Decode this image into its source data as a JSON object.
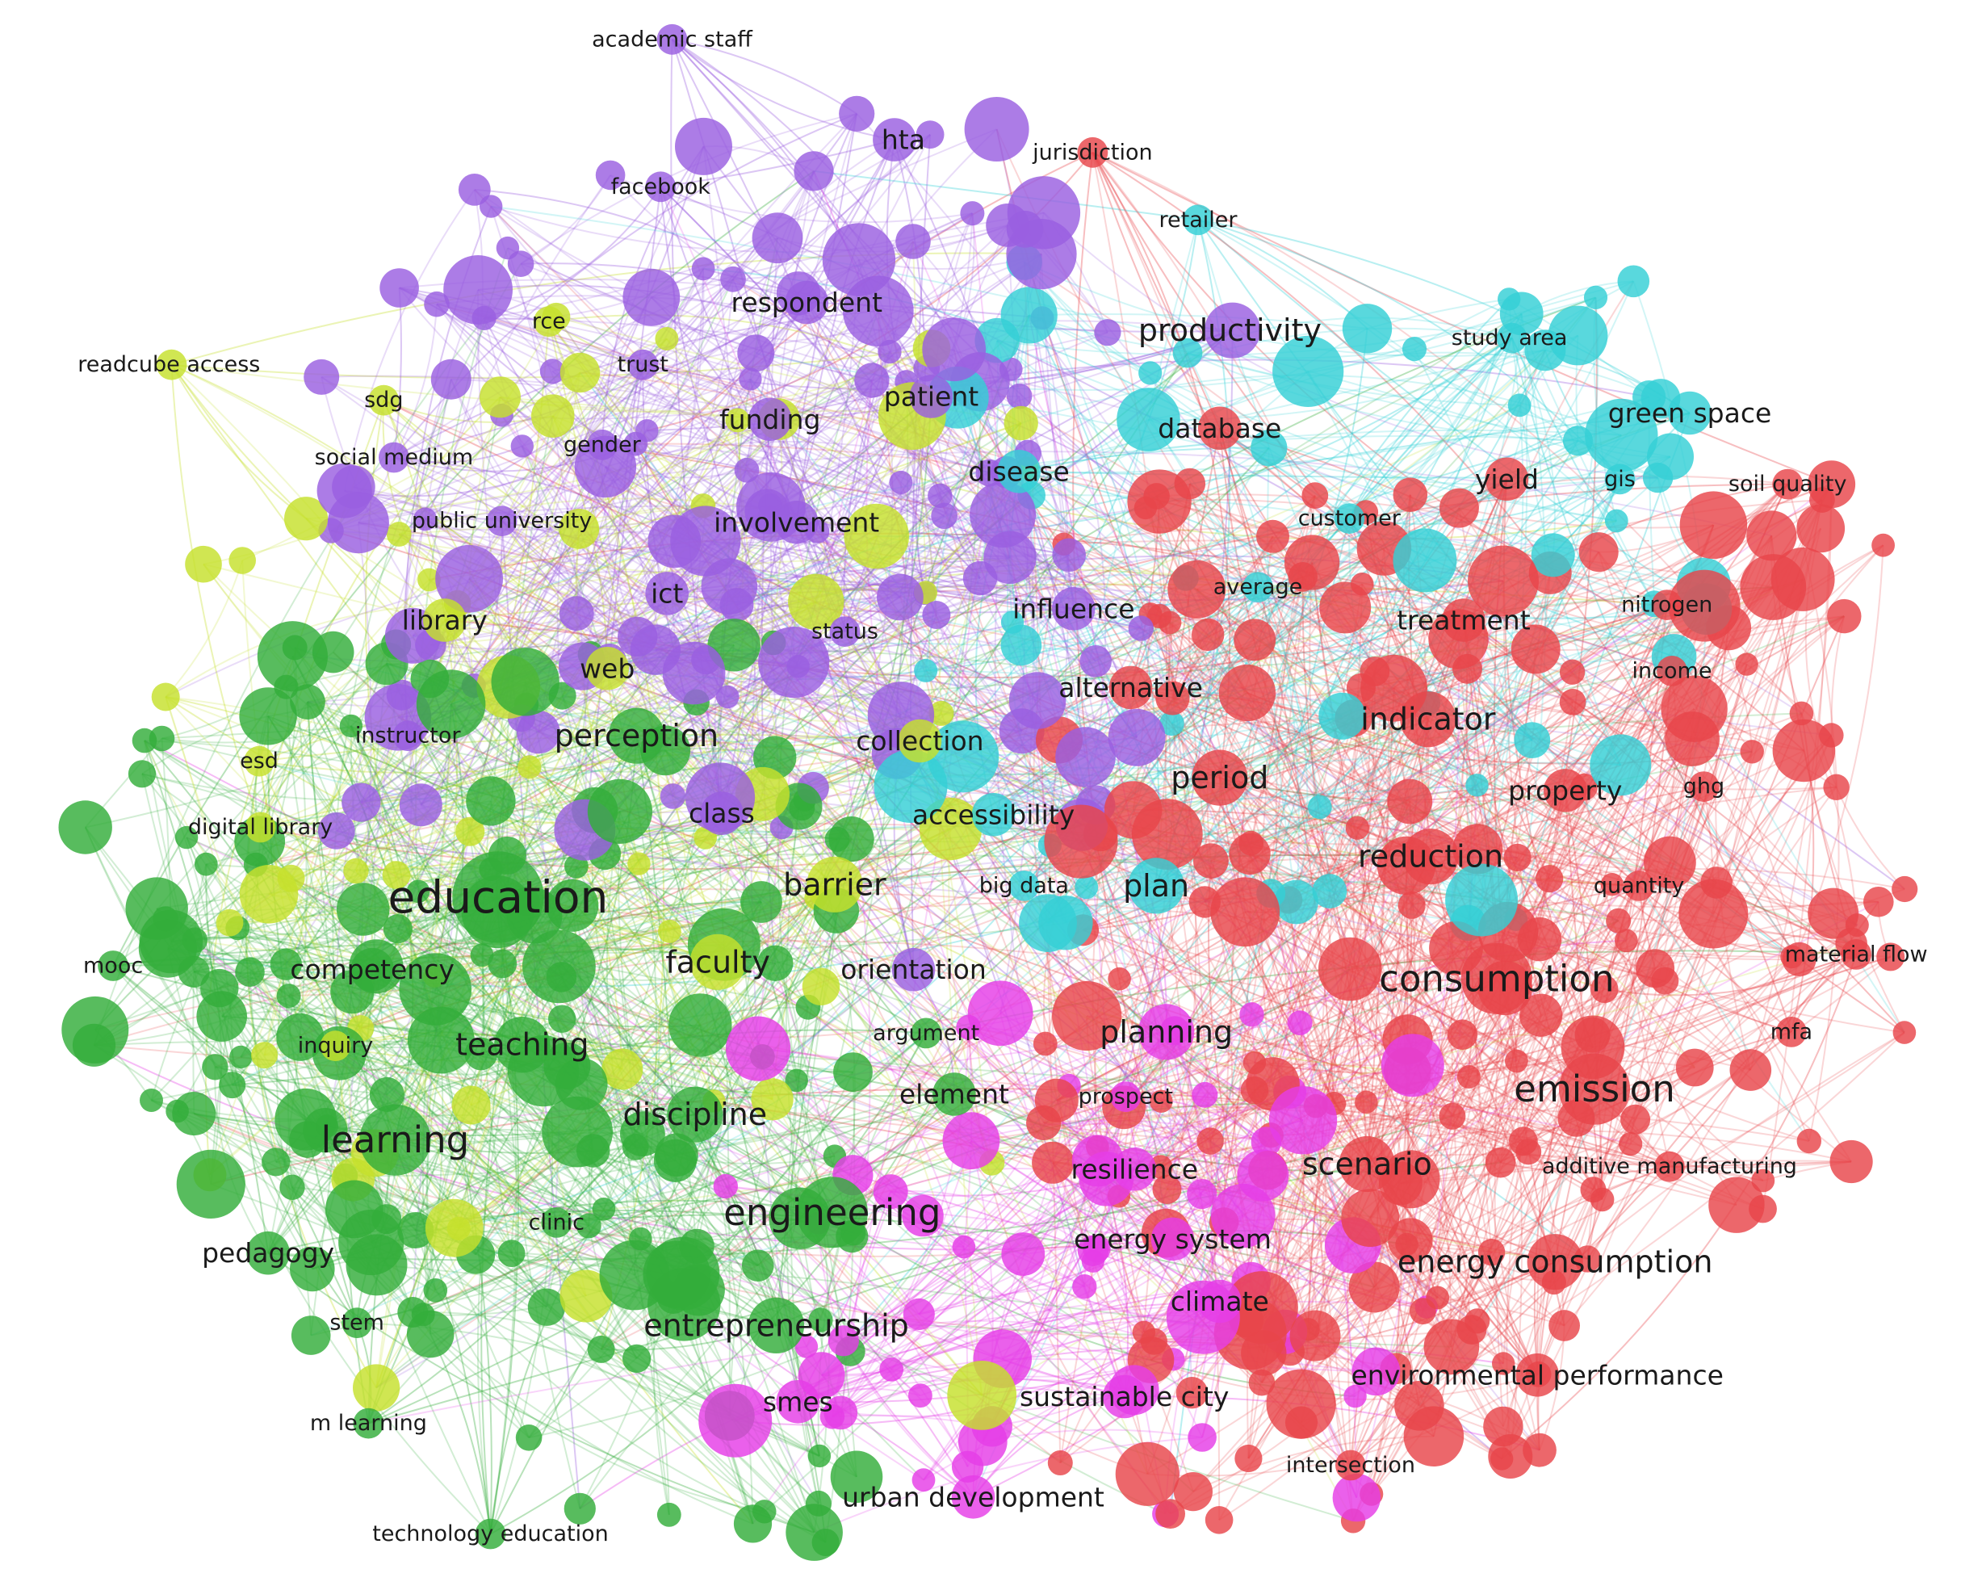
{
  "clusters": {
    "red": "#e8464b",
    "green": "#33ad3a",
    "purple": "#9a5fe0",
    "lime": "#c6e02c",
    "cyan": "#34d0d6",
    "magenta": "#e53de6"
  },
  "keywords": [
    {
      "id": "academic-staff",
      "text": "academic staff",
      "cluster": "purple",
      "weight": 1
    },
    {
      "id": "hta",
      "text": "hta",
      "cluster": "purple",
      "weight": 2
    },
    {
      "id": "jurisdiction",
      "text": "jurisdiction",
      "cluster": "red",
      "weight": 1
    },
    {
      "id": "facebook",
      "text": "facebook",
      "cluster": "purple",
      "weight": 1
    },
    {
      "id": "retailer",
      "text": "retailer",
      "cluster": "cyan",
      "weight": 1
    },
    {
      "id": "respondent",
      "text": "respondent",
      "cluster": "purple",
      "weight": 2
    },
    {
      "id": "rce",
      "text": "rce",
      "cluster": "lime",
      "weight": 1
    },
    {
      "id": "productivity",
      "text": "productivity",
      "cluster": "purple",
      "weight": 3
    },
    {
      "id": "study-area",
      "text": "study area",
      "cluster": "cyan",
      "weight": 1
    },
    {
      "id": "readcube-access",
      "text": "readcube access",
      "cluster": "lime",
      "weight": 1
    },
    {
      "id": "trust",
      "text": "trust",
      "cluster": "purple",
      "weight": 1
    },
    {
      "id": "sdg",
      "text": "sdg",
      "cluster": "lime",
      "weight": 1
    },
    {
      "id": "patient",
      "text": "patient",
      "cluster": "purple",
      "weight": 2
    },
    {
      "id": "funding",
      "text": "funding",
      "cluster": "purple",
      "weight": 2
    },
    {
      "id": "green-space",
      "text": "green space",
      "cluster": "cyan",
      "weight": 2
    },
    {
      "id": "database",
      "text": "database",
      "cluster": "red",
      "weight": 2
    },
    {
      "id": "social-medium",
      "text": "social medium",
      "cluster": "purple",
      "weight": 1
    },
    {
      "id": "gender",
      "text": "gender",
      "cluster": "purple",
      "weight": 1
    },
    {
      "id": "disease",
      "text": "disease",
      "cluster": "cyan",
      "weight": 2
    },
    {
      "id": "yield",
      "text": "yield",
      "cluster": "red",
      "weight": 2
    },
    {
      "id": "gis",
      "text": "gis",
      "cluster": "cyan",
      "weight": 1
    },
    {
      "id": "soil-quality",
      "text": "soil quality",
      "cluster": "red",
      "weight": 1
    },
    {
      "id": "public-university",
      "text": "public university",
      "cluster": "purple",
      "weight": 1
    },
    {
      "id": "involvement",
      "text": "involvement",
      "cluster": "purple",
      "weight": 2
    },
    {
      "id": "customer",
      "text": "customer",
      "cluster": "cyan",
      "weight": 1
    },
    {
      "id": "ict",
      "text": "ict",
      "cluster": "purple",
      "weight": 2
    },
    {
      "id": "average",
      "text": "average",
      "cluster": "cyan",
      "weight": 1
    },
    {
      "id": "library",
      "text": "library",
      "cluster": "lime",
      "weight": 2
    },
    {
      "id": "influence",
      "text": "influence",
      "cluster": "purple",
      "weight": 2
    },
    {
      "id": "treatment",
      "text": "treatment",
      "cluster": "red",
      "weight": 2
    },
    {
      "id": "nitrogen",
      "text": "nitrogen",
      "cluster": "red",
      "weight": 1
    },
    {
      "id": "status",
      "text": "status",
      "cluster": "purple",
      "weight": 1
    },
    {
      "id": "web",
      "text": "web",
      "cluster": "lime",
      "weight": 2
    },
    {
      "id": "income",
      "text": "income",
      "cluster": "red",
      "weight": 1
    },
    {
      "id": "alternative",
      "text": "alternative",
      "cluster": "red",
      "weight": 2
    },
    {
      "id": "indicator",
      "text": "indicator",
      "cluster": "red",
      "weight": 3
    },
    {
      "id": "instructor",
      "text": "instructor",
      "cluster": "purple",
      "weight": 1
    },
    {
      "id": "perception",
      "text": "perception",
      "cluster": "green",
      "weight": 3
    },
    {
      "id": "collection",
      "text": "collection",
      "cluster": "lime",
      "weight": 2
    },
    {
      "id": "esd",
      "text": "esd",
      "cluster": "lime",
      "weight": 1
    },
    {
      "id": "period",
      "text": "period",
      "cluster": "red",
      "weight": 3
    },
    {
      "id": "property",
      "text": "property",
      "cluster": "red",
      "weight": 2
    },
    {
      "id": "ghg",
      "text": "ghg",
      "cluster": "red",
      "weight": 1
    },
    {
      "id": "digital-library",
      "text": "digital library",
      "cluster": "lime",
      "weight": 1
    },
    {
      "id": "class",
      "text": "class",
      "cluster": "purple",
      "weight": 2
    },
    {
      "id": "accessibility",
      "text": "accessibility",
      "cluster": "cyan",
      "weight": 2
    },
    {
      "id": "reduction",
      "text": "reduction",
      "cluster": "red",
      "weight": 3
    },
    {
      "id": "education",
      "text": "education",
      "cluster": "green",
      "weight": 5
    },
    {
      "id": "barrier",
      "text": "barrier",
      "cluster": "lime",
      "weight": 3
    },
    {
      "id": "big-data",
      "text": "big data",
      "cluster": "cyan",
      "weight": 1
    },
    {
      "id": "plan",
      "text": "plan",
      "cluster": "cyan",
      "weight": 3
    },
    {
      "id": "quantity",
      "text": "quantity",
      "cluster": "red",
      "weight": 1
    },
    {
      "id": "mooc",
      "text": "mooc",
      "cluster": "green",
      "weight": 1
    },
    {
      "id": "competency",
      "text": "competency",
      "cluster": "green",
      "weight": 2
    },
    {
      "id": "faculty",
      "text": "faculty",
      "cluster": "lime",
      "weight": 3
    },
    {
      "id": "orientation",
      "text": "orientation",
      "cluster": "purple",
      "weight": 2
    },
    {
      "id": "consumption",
      "text": "consumption",
      "cluster": "red",
      "weight": 4
    },
    {
      "id": "material-flow",
      "text": "material flow",
      "cluster": "red",
      "weight": 1
    },
    {
      "id": "argument",
      "text": "argument",
      "cluster": "green",
      "weight": 1
    },
    {
      "id": "inquiry",
      "text": "inquiry",
      "cluster": "lime",
      "weight": 1
    },
    {
      "id": "teaching",
      "text": "teaching",
      "cluster": "green",
      "weight": 3
    },
    {
      "id": "planning",
      "text": "planning",
      "cluster": "magenta",
      "weight": 3
    },
    {
      "id": "mfa",
      "text": "mfa",
      "cluster": "red",
      "weight": 1
    },
    {
      "id": "element",
      "text": "element",
      "cluster": "green",
      "weight": 2
    },
    {
      "id": "prospect",
      "text": "prospect",
      "cluster": "magenta",
      "weight": 1
    },
    {
      "id": "emission",
      "text": "emission",
      "cluster": "red",
      "weight": 4
    },
    {
      "id": "discipline",
      "text": "discipline",
      "cluster": "green",
      "weight": 3
    },
    {
      "id": "learning",
      "text": "learning",
      "cluster": "green",
      "weight": 4
    },
    {
      "id": "resilience",
      "text": "resilience",
      "cluster": "magenta",
      "weight": 2
    },
    {
      "id": "scenario",
      "text": "scenario",
      "cluster": "red",
      "weight": 3
    },
    {
      "id": "additive-manufacturing",
      "text": "additive manufacturing",
      "cluster": "red",
      "weight": 1
    },
    {
      "id": "engineering",
      "text": "engineering",
      "cluster": "green",
      "weight": 4
    },
    {
      "id": "clinic",
      "text": "clinic",
      "cluster": "green",
      "weight": 1
    },
    {
      "id": "energy-system",
      "text": "energy system",
      "cluster": "magenta",
      "weight": 2
    },
    {
      "id": "pedagogy",
      "text": "pedagogy",
      "cluster": "green",
      "weight": 2
    },
    {
      "id": "energy-consumption",
      "text": "energy consumption",
      "cluster": "red",
      "weight": 3
    },
    {
      "id": "climate",
      "text": "climate",
      "cluster": "magenta",
      "weight": 2
    },
    {
      "id": "stem",
      "text": "stem",
      "cluster": "green",
      "weight": 1
    },
    {
      "id": "entrepreneurship",
      "text": "entrepreneurship",
      "cluster": "green",
      "weight": 3
    },
    {
      "id": "environmental-performance",
      "text": "environmental performance",
      "cluster": "red",
      "weight": 2
    },
    {
      "id": "smes",
      "text": "smes",
      "cluster": "magenta",
      "weight": 2
    },
    {
      "id": "sustainable-city",
      "text": "sustainable city",
      "cluster": "magenta",
      "weight": 2
    },
    {
      "id": "m-learning",
      "text": "m learning",
      "cluster": "green",
      "weight": 1
    },
    {
      "id": "intersection",
      "text": "intersection",
      "cluster": "red",
      "weight": 1
    },
    {
      "id": "urban-development",
      "text": "urban development",
      "cluster": "magenta",
      "weight": 2
    },
    {
      "id": "technology-education",
      "text": "technology education",
      "cluster": "green",
      "weight": 1
    }
  ]
}
